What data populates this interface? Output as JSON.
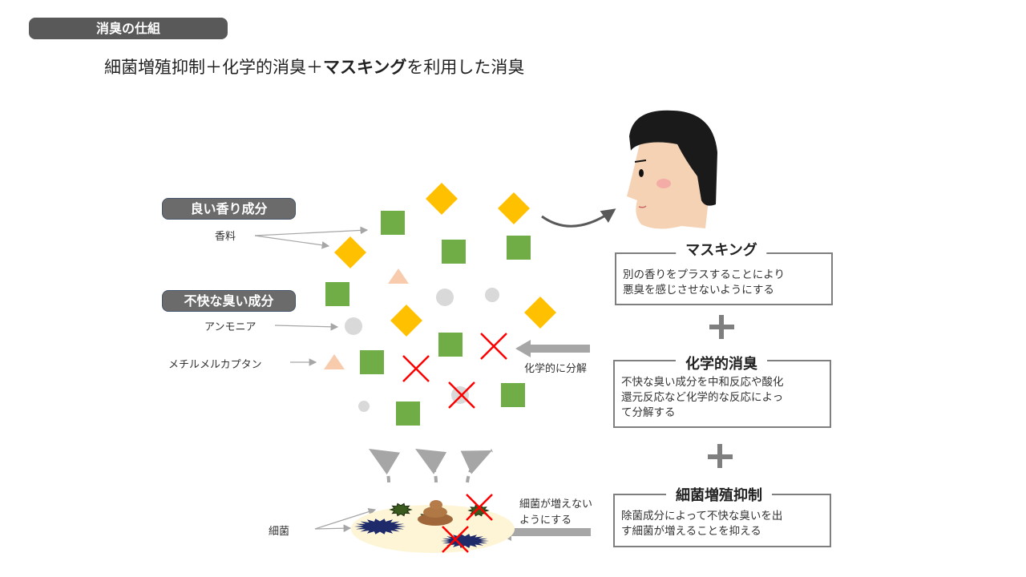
{
  "header": {
    "title": "消臭の仕組"
  },
  "subtitle": {
    "part1": "細菌増殖抑制＋化学的消臭＋",
    "bold": "マスキング",
    "part2": "を利用した消臭"
  },
  "legend": {
    "good_scent": "良い香り成分",
    "fragrance": "香料",
    "bad_odor": "不快な臭い成分",
    "ammonia": "アンモニア",
    "methyl_mercaptan": "メチルメルカプタン",
    "bacteria": "細菌"
  },
  "arrows": {
    "chemical_decompose": "化学的に分解",
    "prevent_line1": "細菌が増えない",
    "prevent_line2": "ようにする"
  },
  "methods": [
    {
      "title": "マスキング",
      "lines": [
        "別の香りをプラスすることにより",
        "悪臭を感じさせないようにする"
      ]
    },
    {
      "title": "化学的消臭",
      "lines": [
        "不快な臭い成分を中和反応や酸化",
        "還元反応など化学的な反応によっ",
        "て分解する"
      ]
    },
    {
      "title": "細菌増殖抑制",
      "lines": [
        "除菌成分によって不快な臭いを出",
        "す細菌が増えることを抑える"
      ]
    }
  ],
  "plus_symbol": "+",
  "colors": {
    "green": "#70ad47",
    "yellow": "#ffc000",
    "peach": "#f8cbad",
    "gray": "#d9d9d9",
    "red": "#ff0000",
    "arrow": "#a6a6a6"
  }
}
